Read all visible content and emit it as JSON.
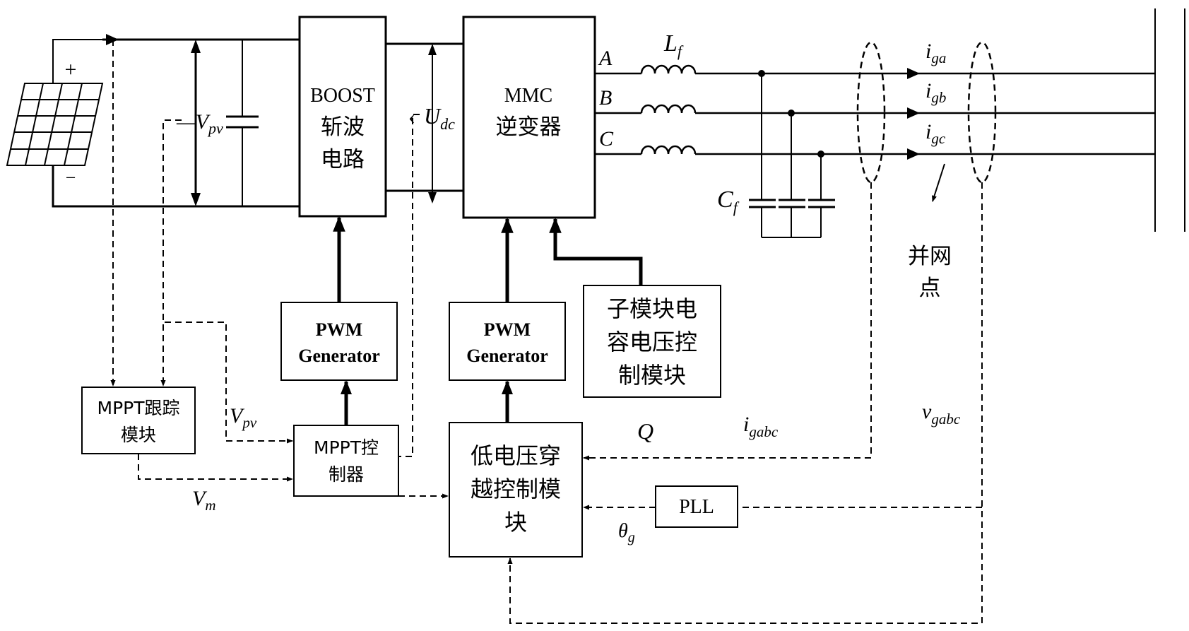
{
  "pv_terminals": {
    "plus": "+",
    "minus": "−"
  },
  "signals": {
    "vpv_main": "V",
    "vpv_main_sub": "pv",
    "udc": "U",
    "udc_sub": "dc",
    "vpv_ctrl": "V",
    "vpv_ctrl_sub": "pv",
    "vm": "V",
    "vm_sub": "m",
    "q": "Q",
    "igabc": "i",
    "igabc_sub": "gabc",
    "vgabc": "v",
    "vgabc_sub": "gabc",
    "theta": "θ",
    "theta_sub": "g"
  },
  "phases": {
    "a": "A",
    "b": "B",
    "c": "C"
  },
  "filter": {
    "lf": "L",
    "lf_sub": "f",
    "cf": "C",
    "cf_sub": "f"
  },
  "currents": {
    "iga": "i",
    "iga_sub": "ga",
    "igb": "i",
    "igb_sub": "gb",
    "igc": "i",
    "igc_sub": "gc"
  },
  "blocks": {
    "boost": {
      "line1": "BOOST",
      "line2": "斩波",
      "line3": "电路"
    },
    "mmc": {
      "line1": "MMC",
      "line2": "逆变器"
    },
    "pwm_left": {
      "line1": "PWM",
      "line2": "Generator"
    },
    "pwm_right": {
      "line1": "PWM",
      "line2": "Generator"
    },
    "submodule": {
      "line1": "子模块电",
      "line2": "容电压控",
      "line3": "制模块"
    },
    "mppt_track": {
      "line1": "MPPT跟踪",
      "line2": "模块"
    },
    "mppt_ctrl": {
      "line1": "MPPT控",
      "line2": "制器"
    },
    "lvrt": {
      "line1": "低电压穿",
      "line2": "越控制模",
      "line3": "块"
    },
    "pll": {
      "label": "PLL"
    }
  },
  "grid_point": {
    "line1": "并网",
    "line2": "点"
  }
}
